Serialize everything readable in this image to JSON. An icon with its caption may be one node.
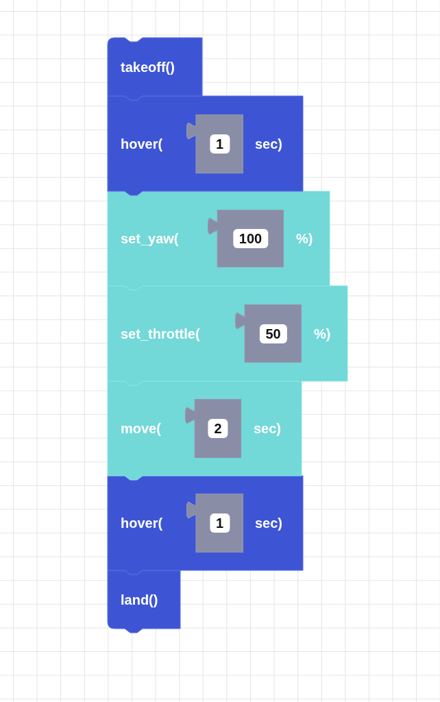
{
  "diagram": {
    "nodes": [
      {
        "text": [
          "takeoff()"
        ]
      },
      {
        "text": [
          "hover(",
          "sec)"
        ]
      },
      {
        "text": [
          "1"
        ],
        "in": 1
      },
      {
        "text": [
          "set_yaw(",
          "%)"
        ]
      },
      {
        "text": [
          "100"
        ],
        "in": 3
      },
      {
        "text": [
          "set_throttle(",
          "%)"
        ]
      },
      {
        "text": [
          "50"
        ],
        "in": 5
      },
      {
        "text": [
          "move(",
          "sec)"
        ]
      },
      {
        "text": [
          "2"
        ],
        "in": 7
      },
      {
        "text": [
          "hover(",
          "sec)"
        ]
      },
      {
        "text": [
          "1"
        ],
        "in": 9
      },
      {
        "text": [
          "land()"
        ]
      }
    ]
  }
}
